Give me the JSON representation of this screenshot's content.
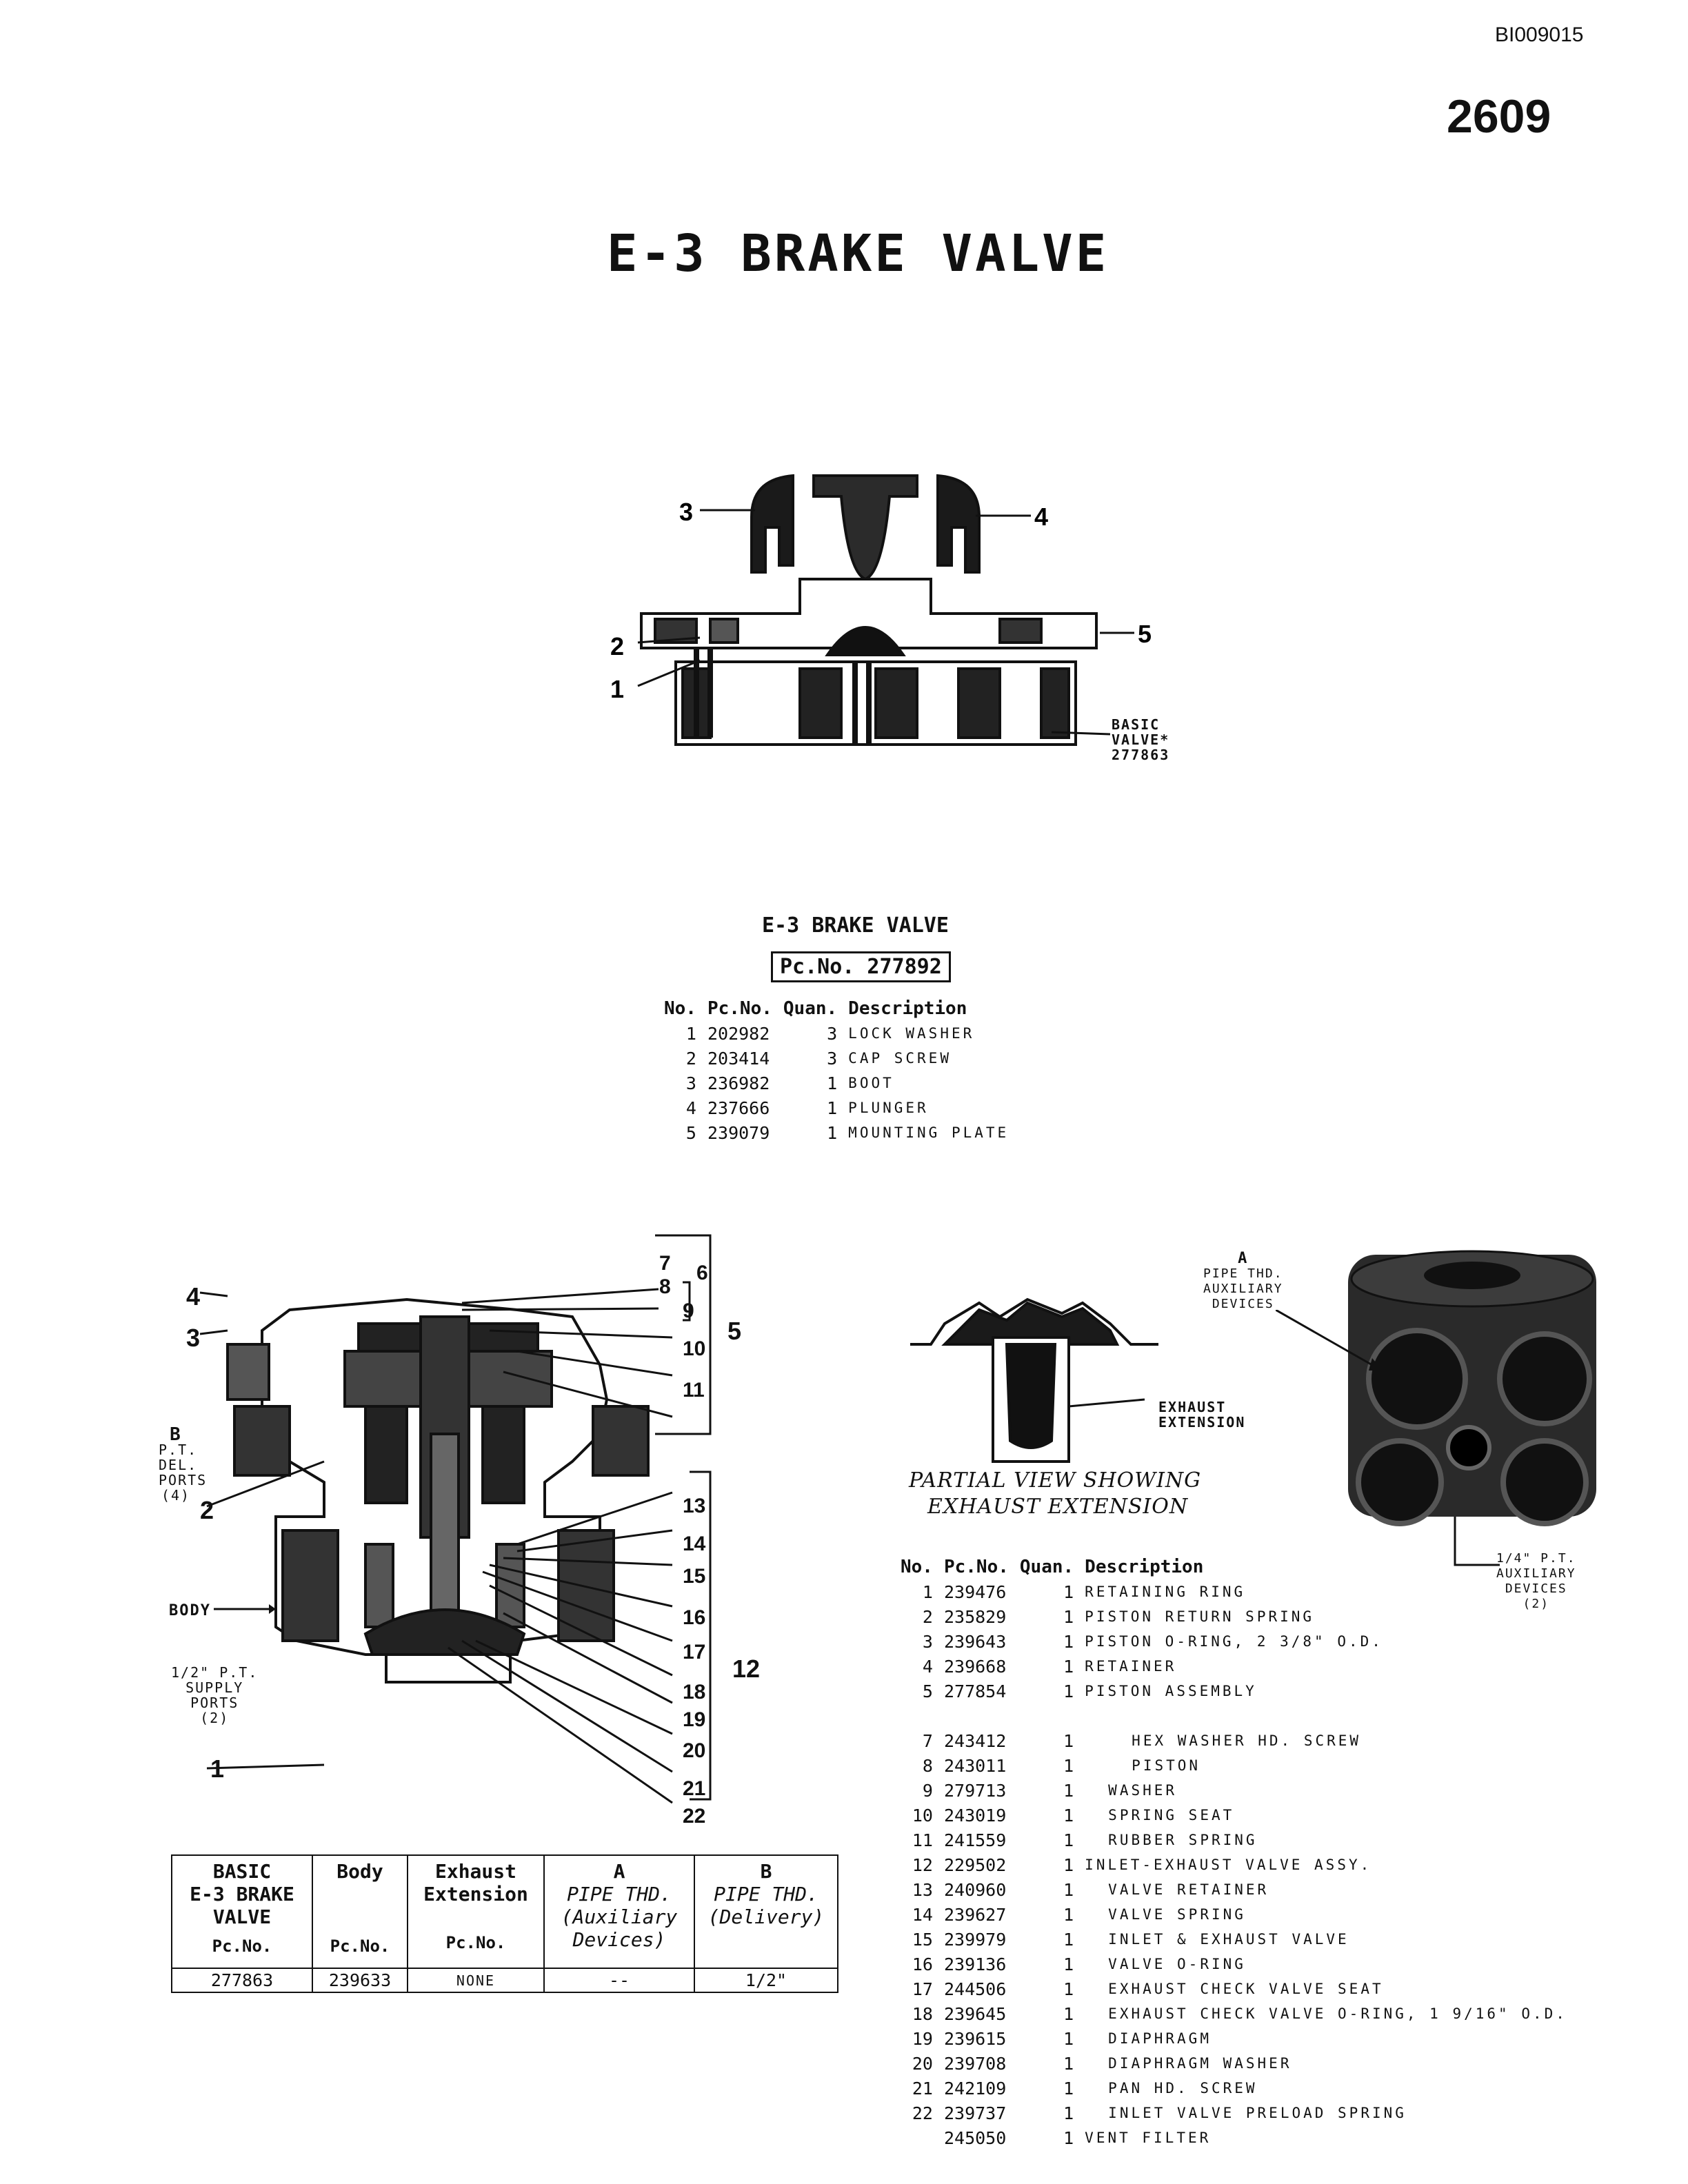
{
  "header": {
    "doc_id": "BI009015",
    "page_number": "2609",
    "title": "E-3 BRAKE VALVE"
  },
  "top_figure": {
    "callouts": [
      "1",
      "2",
      "3",
      "4",
      "5"
    ],
    "basic_valve_label": [
      "BASIC",
      "VALVE*",
      "277863"
    ]
  },
  "top_table": {
    "title": "E-3 BRAKE VALVE",
    "pc_no": "Pc.No. 277892",
    "headers": [
      "No.",
      "Pc.No.",
      "Quan.",
      "Description"
    ],
    "rows": [
      {
        "no": "1",
        "pc": "202982",
        "qty": "3",
        "desc": "LOCK WASHER"
      },
      {
        "no": "2",
        "pc": "203414",
        "qty": "3",
        "desc": "CAP SCREW"
      },
      {
        "no": "3",
        "pc": "236982",
        "qty": "1",
        "desc": "BOOT"
      },
      {
        "no": "4",
        "pc": "237666",
        "qty": "1",
        "desc": "PLUNGER"
      },
      {
        "no": "5",
        "pc": "239079",
        "qty": "1",
        "desc": "MOUNTING PLATE"
      }
    ]
  },
  "section_figure": {
    "left_labels": {
      "b_delivery": [
        "B",
        "P.T.",
        "DEL.",
        "PORTS",
        "(4)"
      ],
      "body": "BODY",
      "supply": [
        "1/2\" P.T.",
        "SUPPLY",
        "PORTS",
        "(2)"
      ]
    },
    "callouts_left": [
      "4",
      "3",
      "2",
      "1"
    ],
    "callouts_right": [
      "7",
      "8",
      "6",
      "9",
      "5",
      "10",
      "11",
      "13",
      "14",
      "15",
      "16",
      "17",
      "12",
      "18",
      "19",
      "20",
      "21",
      "22"
    ]
  },
  "partial_view": {
    "caption_line1": "PARTIAL VIEW SHOWING",
    "caption_line2": "EXHAUST EXTENSION",
    "exhaust_label": [
      "EXHAUST",
      "EXTENSION"
    ]
  },
  "valve_photo": {
    "label_a": [
      "A",
      "PIPE THD.",
      "AUXILIARY",
      "DEVICES"
    ],
    "label_quarter": [
      "1/4\" P.T.",
      "AUXILIARY",
      "DEVICES",
      "(2)"
    ]
  },
  "spec_table": {
    "headers": [
      {
        "bold": [
          "BASIC",
          "E-3 BRAKE",
          "VALVE"
        ],
        "italic": [],
        "pcno": "Pc.No."
      },
      {
        "bold": [
          "Body"
        ],
        "italic": [],
        "pcno": "Pc.No."
      },
      {
        "bold": [
          "Exhaust",
          "Extension"
        ],
        "italic": [],
        "pcno": "Pc.No."
      },
      {
        "bold": [
          "A"
        ],
        "italic": [
          "PIPE THD.",
          "(Auxiliary",
          "Devices)"
        ],
        "pcno": ""
      },
      {
        "bold": [
          "B"
        ],
        "italic": [
          "PIPE THD.",
          "(Delivery)"
        ],
        "pcno": ""
      }
    ],
    "values": [
      "277863",
      "239633",
      "NONE",
      "--",
      "1/2\""
    ]
  },
  "bottom_table": {
    "headers": [
      "No.",
      "Pc.No.",
      "Quan.",
      "Description"
    ],
    "rows": [
      {
        "no": "1",
        "pc": "239476",
        "qty": "1",
        "desc": "RETAINING RING",
        "indent": 0
      },
      {
        "no": "2",
        "pc": "235829",
        "qty": "1",
        "desc": "PISTON RETURN SPRING",
        "indent": 0
      },
      {
        "no": "3",
        "pc": "239643",
        "qty": "1",
        "desc": "PISTON O-RING, 2 3/8\" O.D.",
        "indent": 0
      },
      {
        "no": "4",
        "pc": "239668",
        "qty": "1",
        "desc": "RETAINER",
        "indent": 0
      },
      {
        "no": "5",
        "pc": "277854",
        "qty": "1",
        "desc": "PISTON ASSEMBLY",
        "indent": 0
      },
      {
        "no": "",
        "pc": "",
        "qty": "",
        "desc": "",
        "indent": 0
      },
      {
        "no": "7",
        "pc": "243412",
        "qty": "1",
        "desc": "HEX WASHER HD. SCREW",
        "indent": 2
      },
      {
        "no": "8",
        "pc": "243011",
        "qty": "1",
        "desc": "PISTON",
        "indent": 2
      },
      {
        "no": "9",
        "pc": "279713",
        "qty": "1",
        "desc": "WASHER",
        "indent": 1
      },
      {
        "no": "10",
        "pc": "243019",
        "qty": "1",
        "desc": "SPRING SEAT",
        "indent": 1
      },
      {
        "no": "11",
        "pc": "241559",
        "qty": "1",
        "desc": "RUBBER SPRING",
        "indent": 1
      },
      {
        "no": "12",
        "pc": "229502",
        "qty": "1",
        "desc": "INLET-EXHAUST VALVE ASSY.",
        "indent": 0
      },
      {
        "no": "13",
        "pc": "240960",
        "qty": "1",
        "desc": "VALVE RETAINER",
        "indent": 1
      },
      {
        "no": "14",
        "pc": "239627",
        "qty": "1",
        "desc": "VALVE SPRING",
        "indent": 1
      },
      {
        "no": "15",
        "pc": "239979",
        "qty": "1",
        "desc": "INLET & EXHAUST VALVE",
        "indent": 1
      },
      {
        "no": "16",
        "pc": "239136",
        "qty": "1",
        "desc": "VALVE O-RING",
        "indent": 1
      },
      {
        "no": "17",
        "pc": "244506",
        "qty": "1",
        "desc": "EXHAUST CHECK VALVE SEAT",
        "indent": 1
      },
      {
        "no": "18",
        "pc": "239645",
        "qty": "1",
        "desc": "EXHAUST CHECK VALVE O-RING, 1 9/16\" O.D.",
        "indent": 1
      },
      {
        "no": "19",
        "pc": "239615",
        "qty": "1",
        "desc": "DIAPHRAGM",
        "indent": 1
      },
      {
        "no": "20",
        "pc": "239708",
        "qty": "1",
        "desc": "DIAPHRAGM WASHER",
        "indent": 1
      },
      {
        "no": "21",
        "pc": "242109",
        "qty": "1",
        "desc": "PAN HD. SCREW",
        "indent": 1
      },
      {
        "no": "22",
        "pc": "239737",
        "qty": "1",
        "desc": "INLET VALVE PRELOAD SPRING",
        "indent": 1
      },
      {
        "no": "",
        "pc": "245050",
        "qty": "1",
        "desc": "VENT FILTER",
        "indent": 0
      }
    ]
  }
}
